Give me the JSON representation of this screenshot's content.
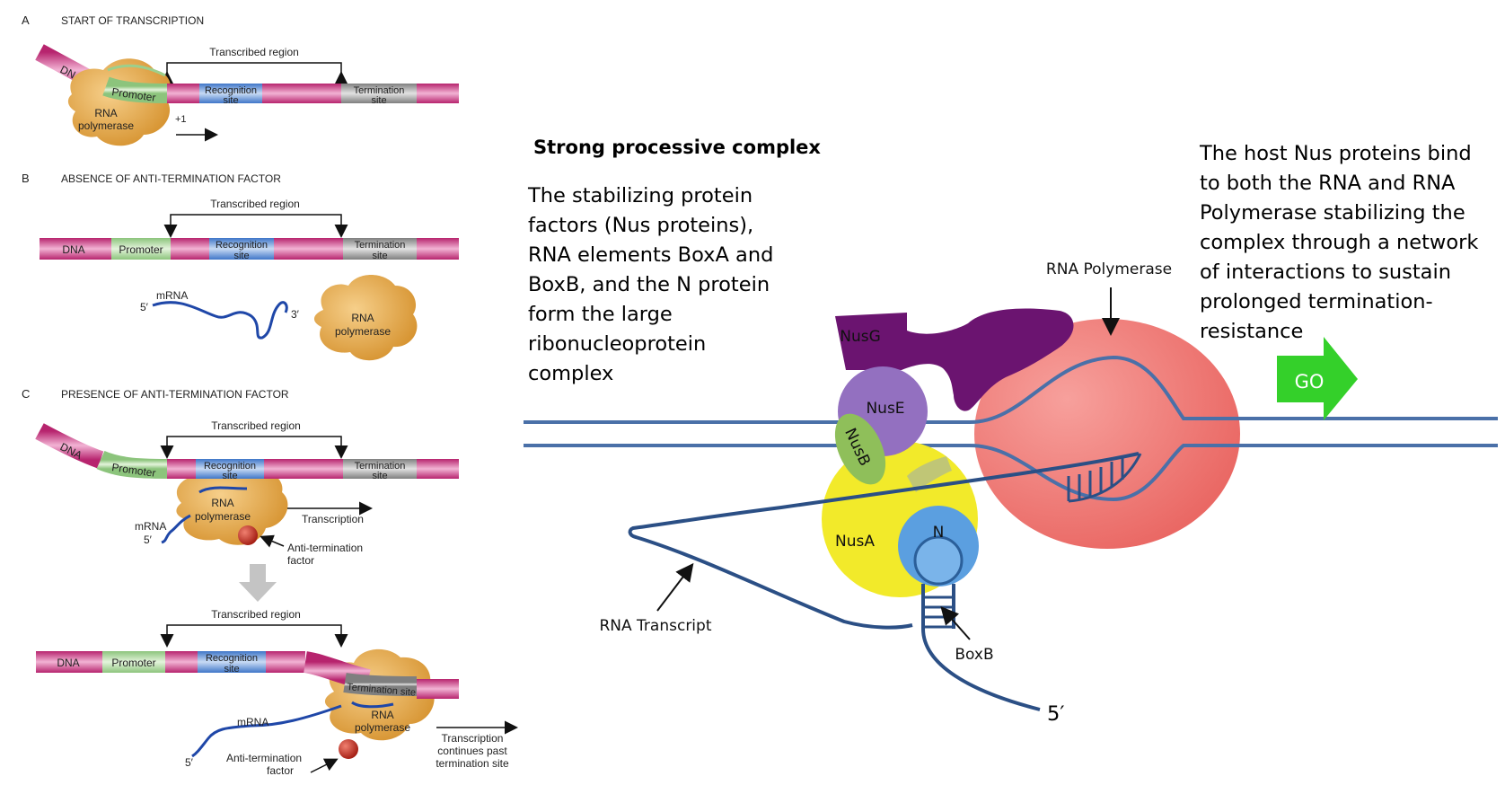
{
  "panel_a": {
    "letter": "A",
    "title": "START OF TRANSCRIPTION",
    "transcribed": "Transcribed region",
    "dna": "DNA",
    "promoter": "Promoter",
    "recognition_1": "Recognition",
    "recognition_2": "site",
    "termination_1": "Termination",
    "termination_2": "site",
    "polymerase_1": "RNA",
    "polymerase_2": "polymerase",
    "plus_one": "+1"
  },
  "panel_b": {
    "letter": "B",
    "title": "ABSENCE OF ANTI-TERMINATION FACTOR",
    "transcribed": "Transcribed region",
    "dna": "DNA",
    "promoter": "Promoter",
    "recognition_1": "Recognition",
    "recognition_2": "site",
    "termination_1": "Termination",
    "termination_2": "site",
    "mrna": "mRNA",
    "five_prime": "5′",
    "three_prime": "3′",
    "polymerase_1": "RNA",
    "polymerase_2": "polymerase"
  },
  "panel_c": {
    "letter": "C",
    "title": "PRESENCE OF ANTI-TERMINATION FACTOR",
    "transcribed": "Transcribed region",
    "dna": "DNA",
    "promoter": "Promoter",
    "recognition_1": "Recognition",
    "recognition_2": "site",
    "termination_1": "Termination",
    "termination_2": "site",
    "polymerase_1": "RNA",
    "polymerase_2": "polymerase",
    "mrna": "mRNA",
    "five_prime": "5′",
    "transcription": "Transcription",
    "anti_1": "Anti-termination",
    "anti_2": "factor"
  },
  "panel_c2": {
    "transcribed": "Transcribed region",
    "dna": "DNA",
    "promoter": "Promoter",
    "recognition_1": "Recognition",
    "recognition_2": "site",
    "termination": "Termination site",
    "polymerase_1": "RNA",
    "polymerase_2": "polymerase",
    "mrna": "mRNA",
    "five_prime": "5′",
    "anti_1": "Anti-termination",
    "anti_2": "factor",
    "continues_1": "Transcription",
    "continues_2": "continues past",
    "continues_3": "termination site"
  },
  "right": {
    "heading": "Strong processive complex",
    "left_text": [
      "The stabilizing protein",
      "factors (Nus proteins),",
      "RNA elements BoxA and",
      "BoxB, and the N protein",
      "form the large",
      "ribonucleoprotein",
      "complex"
    ],
    "right_text": [
      "The host Nus proteins bind",
      "to both the RNA and RNA",
      "Polymerase stabilizing the",
      "complex through a network",
      "of interactions to sustain",
      "prolonged termination-",
      "resistance"
    ],
    "go": "GO",
    "rna_polymerase": "RNA Polymerase",
    "nusg": "NusG",
    "nuse": "NusE",
    "nusb": "NusB",
    "nusa": "NusA",
    "n_protein": "N",
    "rna_transcript": "RNA Transcript",
    "boxb": "BoxB",
    "five_prime": "5′"
  },
  "colors": {
    "dna_magenta": "#c9357f",
    "promoter_green": "#a8d89a",
    "recognition_blue": "#5b8fd6",
    "termination_gray": "#9a9a9a",
    "polymerase_orange": "#e9a94a",
    "rna_blue": "#1f47a8",
    "anti_red": "#c0392b",
    "big_polymerase": "#f07a78",
    "nusg_purple": "#6b1470",
    "nuse_lavender": "#9370c0",
    "nusb_green": "#8fbf5a",
    "nusa_yellow": "#f2ea2a",
    "n_blue": "#5b9fe0",
    "strand_blue": "#4a70a8",
    "go_green": "#34d02a"
  }
}
